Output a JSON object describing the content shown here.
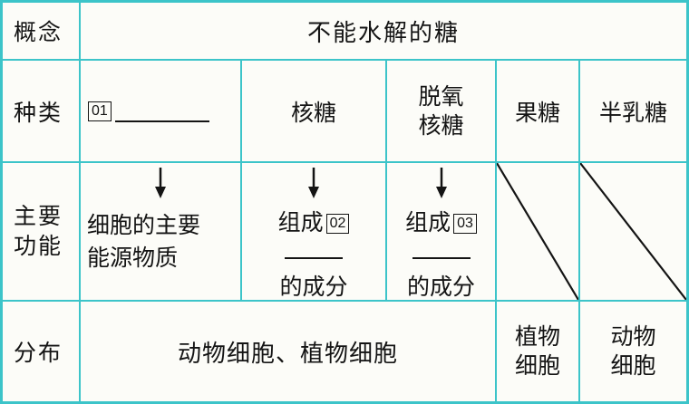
{
  "colors": {
    "border": "#3cc4c9",
    "text": "#141414",
    "background": "#fcfcf8"
  },
  "icons": {
    "down_arrow": "↓",
    "diagonal_slash": "╲"
  },
  "table": {
    "concept": {
      "label": "概念",
      "value": "不能水解的糖"
    },
    "types": {
      "label": "种类",
      "blank_tag": "01",
      "ribose": "核糖",
      "deoxyribose_lines": [
        "脱氧",
        "核糖"
      ],
      "fructose": "果糖",
      "galactose": "半乳糖"
    },
    "functions": {
      "label_lines": [
        "主要",
        "功能"
      ],
      "glucose_lines": [
        "细胞的主要",
        "能源物质"
      ],
      "compose_prefix": "组成",
      "ribose_tag": "02",
      "deoxyribose_tag": "03",
      "compose_suffix": "的成分"
    },
    "distribution": {
      "label": "分布",
      "main": "动物细胞、植物细胞",
      "fructose_lines": [
        "植物",
        "细胞"
      ],
      "galactose_lines": [
        "动物",
        "细胞"
      ]
    }
  }
}
